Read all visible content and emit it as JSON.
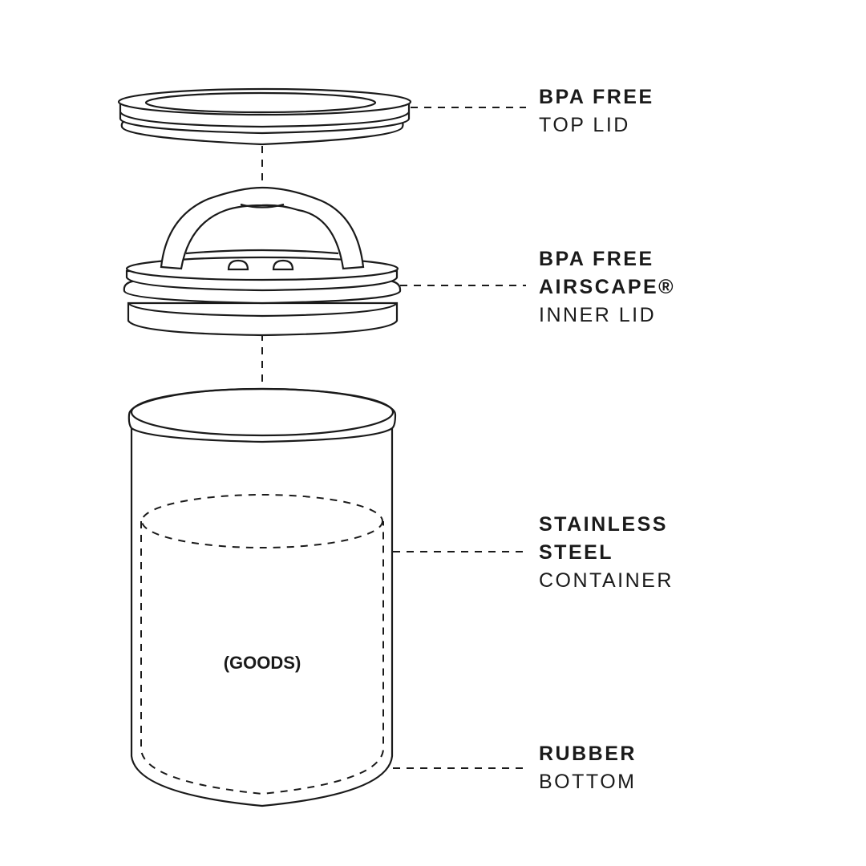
{
  "colors": {
    "line": "#1a1a1a",
    "background": "#ffffff"
  },
  "labels": {
    "top_lid": {
      "line1": "BPA FREE",
      "line2": "TOP LID"
    },
    "inner_lid": {
      "line1": "BPA FREE",
      "line2": "AIRSCAPE®",
      "line3": "INNER LID"
    },
    "container": {
      "line1": "STAINLESS",
      "line2": "STEEL",
      "line3": "CONTAINER"
    },
    "bottom": {
      "line1": "RUBBER",
      "line2": "BOTTOM"
    }
  },
  "goods_label": "(GOODS)"
}
